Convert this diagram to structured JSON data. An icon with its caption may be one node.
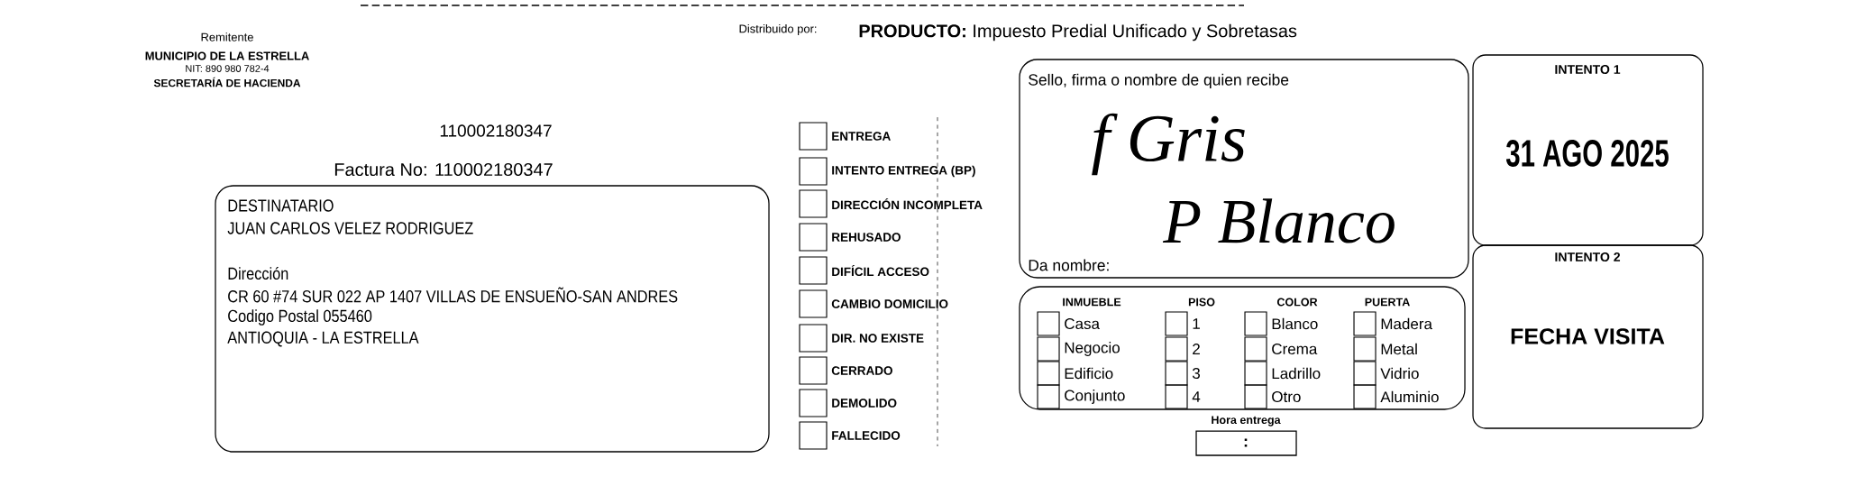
{
  "diagram": {
    "nodes": [
      {
        "text": [
          "DESTINATARIO",
          "JUAN CARLOS VELEZ RODRIGUEZ",
          "Dirección",
          "CR 60 #74 SUR 022 AP 1407 VILLAS DE ENSUEÑO-SAN ANDRES",
          "Codigo Postal 055460",
          "ANTIOQUIA - LA ESTRELLA"
        ]
      },
      {
        "text": [
          "ENTREGA"
        ]
      },
      {
        "text": [
          "INTENTO ENTREGA (BP)"
        ]
      },
      {
        "text": [
          "DIRECCIÓN INCOMPLETA"
        ]
      },
      {
        "text": [
          "REHUSADO"
        ]
      },
      {
        "text": [
          "DIFÍCIL ACCESO"
        ]
      },
      {
        "text": [
          "CAMBIO DOMICILIO"
        ]
      },
      {
        "text": [
          "DIR. NO EXISTE"
        ]
      },
      {
        "text": [
          "CERRADO"
        ]
      },
      {
        "text": [
          "DEMOLIDO"
        ]
      },
      {
        "text": [
          "FALLECIDO"
        ]
      },
      {
        "text": [
          "Sello, firma o nombre de quien recibe",
          "f Gris",
          "Da nombre:",
          "P Blanco"
        ]
      },
      {
        "text": [
          "INTENTO 1",
          "31 AGO 2025"
        ]
      },
      {
        "text": [
          "INTENTO 2",
          "FECHA VISITA"
        ]
      },
      {
        "text": [
          "INMUEBLE",
          "PISO",
          "COLOR",
          "PUERTA"
        ]
      },
      {
        "text": [
          "Casa"
        ],
        "in": 14
      },
      {
        "text": [
          "1"
        ],
        "in": 14
      },
      {
        "text": [
          "Blanco"
        ],
        "in": 14
      },
      {
        "text": [
          "Madera"
        ],
        "in": 14
      },
      {
        "text": [
          "Negocio"
        ],
        "in": 14
      },
      {
        "text": [
          "2"
        ],
        "in": 14
      },
      {
        "text": [
          "Crema"
        ],
        "in": 14
      },
      {
        "text": [
          "Metal"
        ],
        "in": 14
      },
      {
        "text": [
          "Edificio"
        ],
        "in": 14
      },
      {
        "text": [
          "3"
        ],
        "in": 14
      },
      {
        "text": [
          "Ladrillo"
        ],
        "in": 14
      },
      {
        "text": [
          "Vidrio"
        ],
        "in": 14
      },
      {
        "text": [
          "Conjunto"
        ],
        "in": 14
      },
      {
        "text": [
          "4"
        ],
        "in": 14
      },
      {
        "text": [
          "Otro"
        ],
        "in": 14
      },
      {
        "text": [
          "Aluminio"
        ],
        "in": 14
      },
      {
        "text": [
          "Hora entrega",
          ":"
        ]
      }
    ],
    "labels": [
      "Remitente",
      "MUNICIPIO DE LA ESTRELLA",
      "NIT: 890 980 782-4",
      "SECRETARÍA DE HACIENDA",
      "110002180347",
      "Distribuido por:",
      "**PRODUCTO:** Impuesto Predial Unificado y Sobretasas",
      "Factura No: 110002180347"
    ]
  }
}
